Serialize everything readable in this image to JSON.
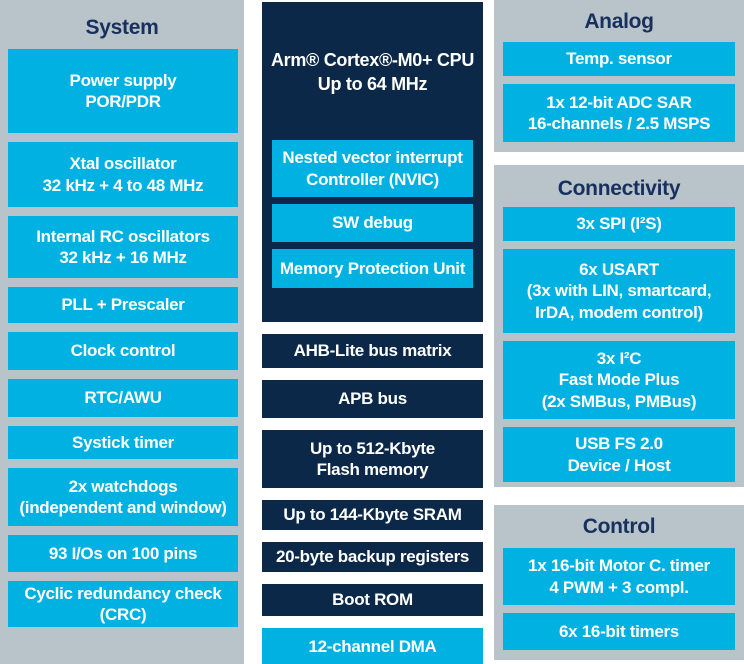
{
  "colors": {
    "cyan": "#00b1e1",
    "navy": "#0c2848",
    "panel_gray": "#b9c3ca",
    "header_navy": "#17305d",
    "white": "#ffffff"
  },
  "system": {
    "title": "System",
    "blocks": [
      "Power supply\nPOR/PDR",
      "Xtal oscillator\n32 kHz + 4 to 48 MHz",
      "Internal RC oscillators\n32 kHz + 16 MHz",
      "PLL + Prescaler",
      "Clock control",
      "RTC/AWU",
      "Systick timer",
      "2x watchdogs\n(independent and window)",
      "93 I/Os on 100 pins",
      "Cyclic redundancy check\n(CRC)"
    ]
  },
  "cpu": {
    "title": "Arm® Cortex®-M0+ CPU\nUp to 64 MHz",
    "sub_blocks": [
      "Nested vector interrupt\nController (NVIC)",
      "SW debug",
      "Memory Protection Unit"
    ],
    "bus_blocks": [
      "AHB-Lite bus matrix",
      "APB bus",
      "Up to 512-Kbyte\nFlash memory",
      "Up to 144-Kbyte SRAM",
      "20-byte backup registers",
      "Boot ROM"
    ],
    "dma": "12-channel DMA"
  },
  "analog": {
    "title": "Analog",
    "blocks": [
      "Temp. sensor",
      "1x 12-bit ADC SAR\n16-channels / 2.5 MSPS"
    ]
  },
  "connectivity": {
    "title": "Connectivity",
    "blocks": [
      "3x SPI (I²S)",
      "6x USART\n(3x with LIN, smartcard,\nIrDA, modem control)",
      "3x I²C\nFast Mode Plus\n(2x SMBus, PMBus)",
      "USB FS 2.0\nDevice / Host"
    ]
  },
  "control": {
    "title": "Control",
    "blocks": [
      "1x 16-bit Motor C. timer\n4 PWM + 3 compl.",
      "6x 16-bit timers"
    ]
  }
}
